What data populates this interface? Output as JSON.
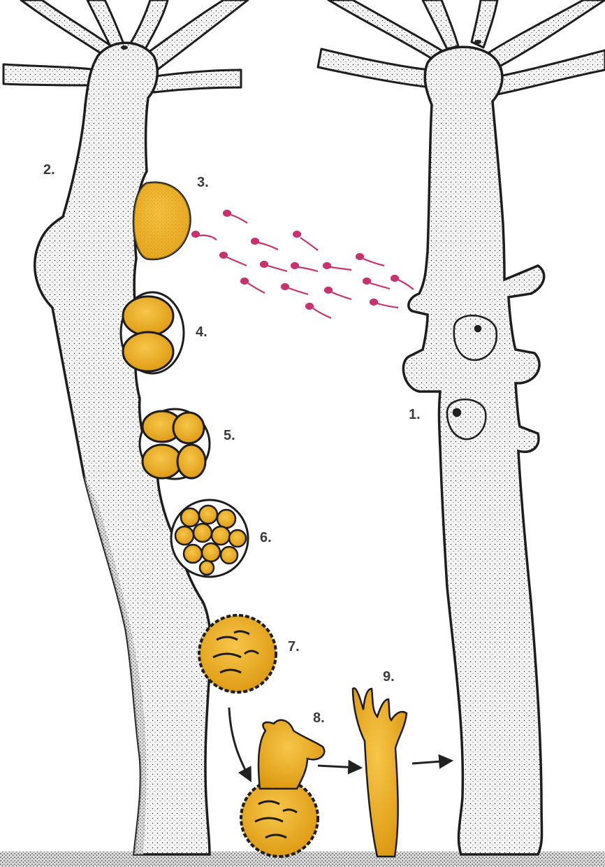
{
  "labels": {
    "l1": "1.",
    "l2": "2.",
    "l3": "3.",
    "l4": "4.",
    "l5": "5.",
    "l6": "6.",
    "l7": "7.",
    "l8": "8.",
    "l9": "9."
  },
  "colors": {
    "body_fill": "#f3f3f3",
    "outline": "#1d1d1d",
    "egg_yellow": "#f2b830",
    "egg_orange": "#e6a21a",
    "sperm": "#c8326e",
    "arrow": "#222222"
  },
  "icons": {
    "sperm": "sperm-cell-icon",
    "arrow": "arrow-icon"
  }
}
